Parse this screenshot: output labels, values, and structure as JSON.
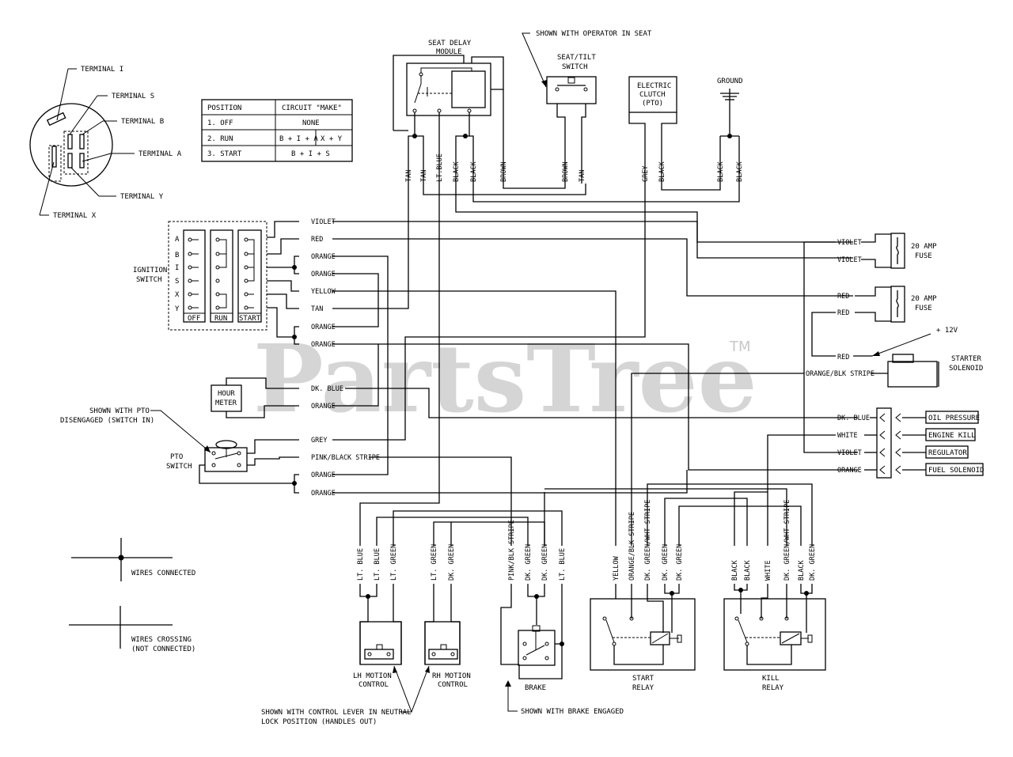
{
  "watermark": {
    "text": "PartsTree",
    "tm": "TM"
  },
  "ignition_terminals": {
    "terminal_i": "TERMINAL I",
    "terminal_s": "TERMINAL S",
    "terminal_b": "TERMINAL B",
    "terminal_a": "TERMINAL A",
    "terminal_y": "TERMINAL Y",
    "terminal_x": "TERMINAL X"
  },
  "position_table": {
    "header_position": "POSITION",
    "header_circuit": "CIRCUIT \"MAKE\"",
    "rows": [
      {
        "position": "1. OFF",
        "circuit": "NONE",
        "circuit2": ""
      },
      {
        "position": "2. RUN",
        "circuit": "B + I + A",
        "circuit2": "X + Y"
      },
      {
        "position": "3. START",
        "circuit": "B + I + S",
        "circuit2": ""
      }
    ]
  },
  "seat": {
    "module_title1": "SEAT DELAY",
    "module_title2": "MODULE",
    "operator_note": "SHOWN WITH OPERATOR IN SEAT",
    "switch_title1": "SEAT/TILT",
    "switch_title2": "SWITCH"
  },
  "clutch": {
    "line1": "ELECTRIC",
    "line2": "CLUTCH",
    "line3": "(PTO)"
  },
  "ground": {
    "label": "GROUND"
  },
  "top_wires": [
    "TAN",
    "TAN",
    "LT.BLUE",
    "BLACK",
    "BLACK",
    "BROWN",
    "BROWN",
    "TAN",
    "GREY",
    "BLACK",
    "BLACK",
    "BLACK"
  ],
  "ignition_switch": {
    "title1": "IGNITION",
    "title2": "SWITCH",
    "letters": [
      "A",
      "B",
      "I",
      "S",
      "X",
      "Y"
    ],
    "positions": [
      "OFF",
      "RUN",
      "START"
    ]
  },
  "ign_wires": [
    "VIOLET",
    "RED",
    "ORANGE",
    "ORANGE",
    "YELLOW",
    "TAN",
    "ORANGE",
    "ORANGE"
  ],
  "hour_meter": {
    "line1": "HOUR",
    "line2": "METER"
  },
  "hour_wires": [
    "DK. BLUE",
    "ORANGE"
  ],
  "pto": {
    "note1": "SHOWN WITH PTO",
    "note2": "DISENGAGED (SWITCH IN)",
    "title1": "PTO",
    "title2": "SWITCH"
  },
  "pto_wires": [
    "GREY",
    "PINK/BLACK STRIPE",
    "ORANGE",
    "ORANGE"
  ],
  "fuses": {
    "fuse1_wires": [
      "VIOLET",
      "VIOLET"
    ],
    "fuse1_label1": "20 AMP",
    "fuse1_label2": "FUSE",
    "fuse2_wires": [
      "RED",
      "RED"
    ],
    "fuse2_label1": "20 AMP",
    "fuse2_label2": "FUSE"
  },
  "starter": {
    "red_wire": "RED",
    "plus12": "+ 12V",
    "title1": "STARTER",
    "title2": "SOLENOID",
    "stripe_wire": "ORANGE/BLK STRIPE"
  },
  "engine_connector": {
    "wires": [
      "DK. BLUE",
      "WHITE",
      "VIOLET",
      "ORANGE"
    ],
    "labels": [
      "OIL PRESSURE",
      "ENGINE KILL",
      "REGULATOR",
      "FUEL SOLENOID"
    ]
  },
  "bottom_wires": {
    "lh": [
      "LT. BLUE",
      "LT. BLUE",
      "LT. GREEN"
    ],
    "rh": [
      "LT. GREEN",
      "DK. GREEN"
    ],
    "brake": [
      "PINK/BLK STRIPE",
      "DK. GREEN",
      "DK. GREEN",
      "LT. BLUE"
    ],
    "start": [
      "YELLOW",
      "ORANGE/BLK STRIPE",
      "DK. GREEN/WHT STRIPE",
      "DK. GREEN",
      "DK. GREEN"
    ],
    "kill": [
      "BLACK",
      "BLACK",
      "WHITE",
      "DK. GREEN/WHT STRIPE",
      "BLACK",
      "DK. GREEN"
    ]
  },
  "components": {
    "lh1": "LH MOTION",
    "lh2": "CONTROL",
    "rh1": "RH MOTION",
    "rh2": "CONTROL",
    "brake": "BRAKE",
    "start1": "START",
    "start2": "RELAY",
    "kill1": "KILL",
    "kill2": "RELAY"
  },
  "notes": {
    "neutral1": "SHOWN WITH CONTROL LEVER IN NEUTRAL",
    "neutral2": "LOCK POSITION (HANDLES OUT)",
    "brake_note": "SHOWN WITH BRAKE ENGAGED"
  },
  "legend": {
    "connected": "WIRES CONNECTED",
    "crossing1": "WIRES CROSSING",
    "crossing2": "(NOT CONNECTED)"
  }
}
